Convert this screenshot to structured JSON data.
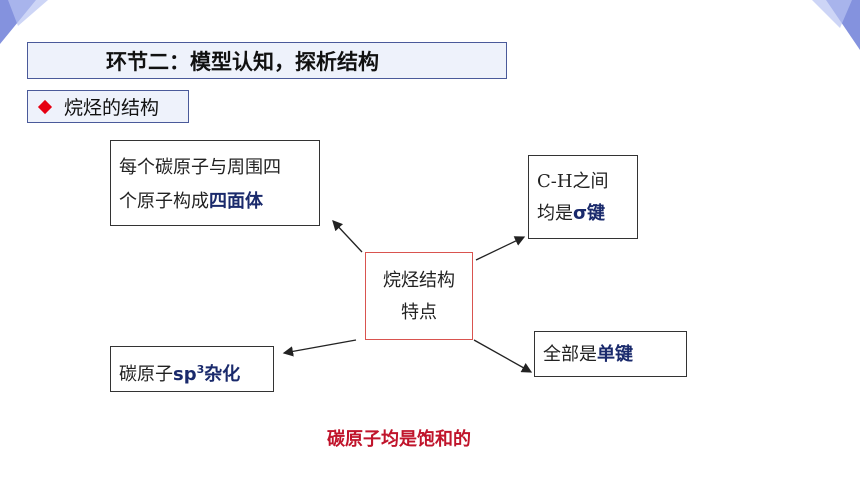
{
  "slide": {
    "title": "环节二：模型认知，探析结构",
    "section_label": "烷烃的结构"
  },
  "center_node": {
    "line1": "烷烃结构",
    "line2": "特点"
  },
  "node_tetrahedron": {
    "line1": "每个碳原子与周围四",
    "line2_prefix": "个原子构成",
    "line2_highlight": "四面体"
  },
  "node_sigma": {
    "line1": "C-H之间",
    "line2_prefix": "均是",
    "line2_highlight": "σ键"
  },
  "node_sp3": {
    "prefix": "碳原子",
    "highlight_base": "sp",
    "highlight_sup": "3",
    "highlight_suffix": "杂化"
  },
  "node_single_bond": {
    "prefix": "全部是",
    "highlight": "单键"
  },
  "footer_note": "碳原子均是饱和的",
  "colors": {
    "accent_red": "#c0142b",
    "highlight_blue": "#1a2a6c",
    "title_border": "#4a5a9a"
  }
}
